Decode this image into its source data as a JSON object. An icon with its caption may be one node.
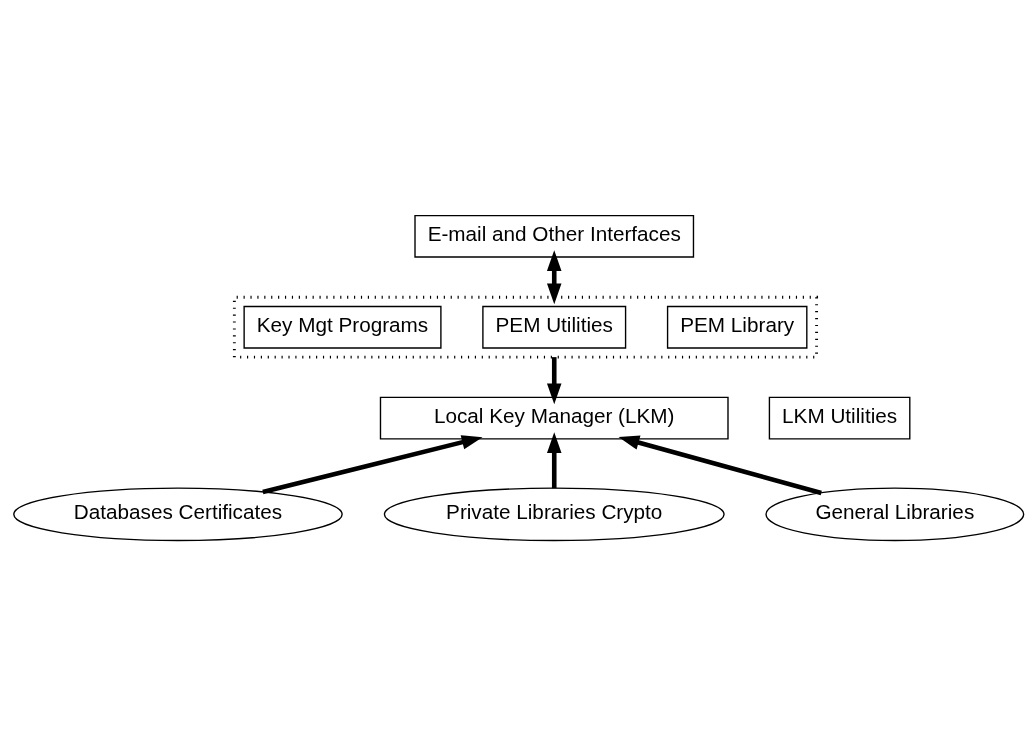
{
  "diagram": {
    "nodes": [
      {
        "text": [
          "E-mail and Other Interfaces"
        ]
      },
      {
        "text": [],
        "shape": "box"
      },
      {
        "text": [
          "Key Mgt Programs"
        ],
        "in": 1
      },
      {
        "text": [
          "PEM Utilities"
        ],
        "in": 1
      },
      {
        "text": [
          "PEM Library"
        ],
        "in": 1
      },
      {
        "text": [
          "Local Key Manager (LKM)"
        ]
      },
      {
        "text": [
          "LKM Utilities"
        ]
      },
      {
        "text": [
          "Databases Certificates"
        ]
      },
      {
        "text": [
          "Private Libraries Crypto"
        ]
      },
      {
        "text": [
          "General Libraries"
        ]
      }
    ],
    "edges": [
      {
        "from": 1,
        "to": 0,
        "arrow": "both"
      },
      {
        "from": 1,
        "to": 5,
        "arrow": "to"
      },
      {
        "from": 7,
        "to": 5,
        "arrow": "to"
      },
      {
        "from": 8,
        "to": 5,
        "arrow": "to"
      },
      {
        "from": 9,
        "to": 5,
        "arrow": "to"
      }
    ]
  }
}
